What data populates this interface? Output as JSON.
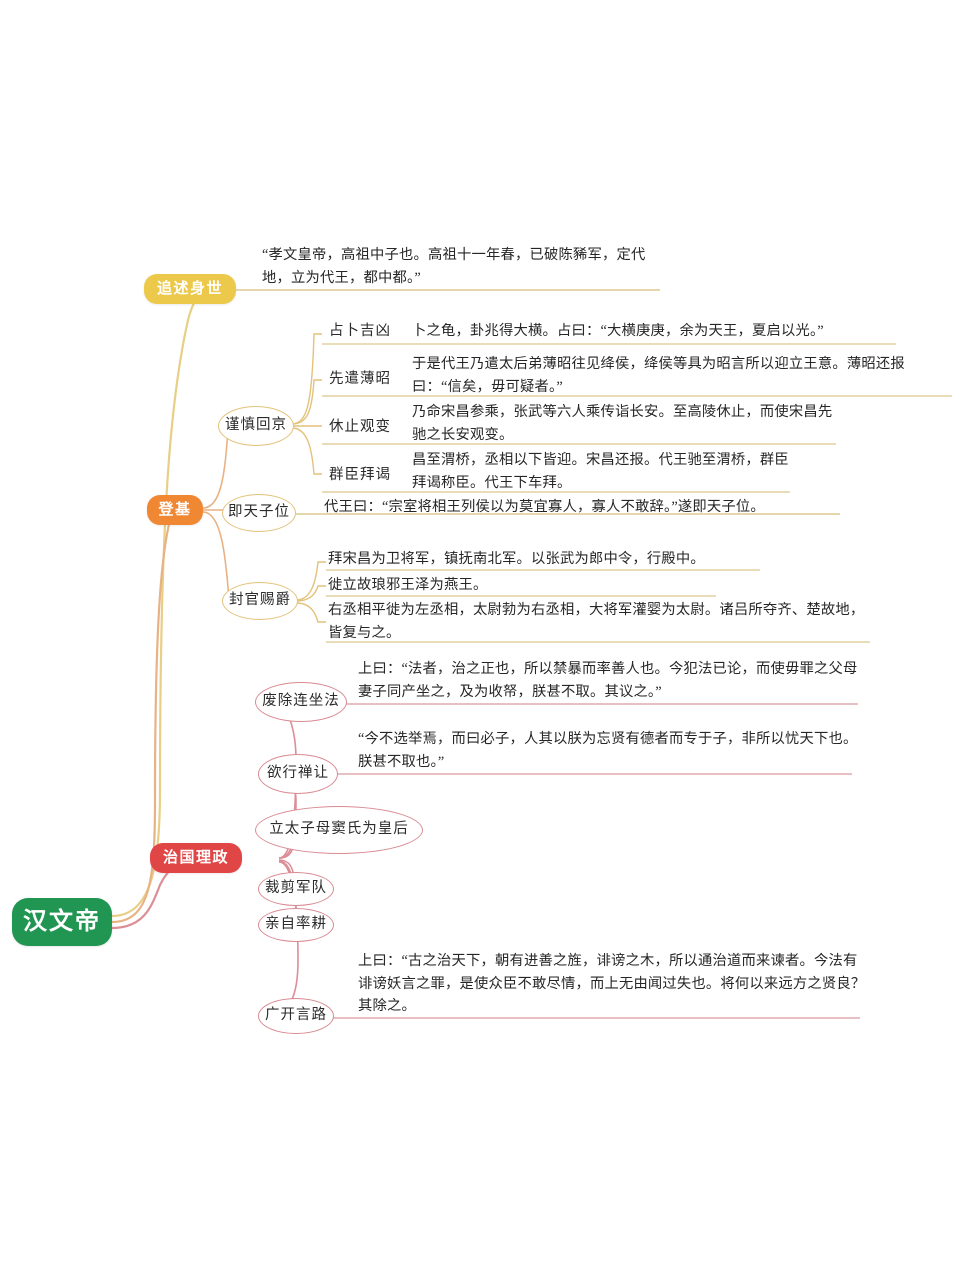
{
  "root": {
    "label": "汉文帝",
    "color": "#219653"
  },
  "branches": [
    {
      "id": "zhuishu",
      "label": "追述身世",
      "color": "#edc94b",
      "items": [
        {
          "title": "",
          "text": "“孝文皇帝，高祖中子也。高祖十一年春，已破陈豨军，定代地，立为代王，都中都。”"
        }
      ]
    },
    {
      "id": "dengji",
      "label": "登基",
      "color": "#ef8733",
      "groups": [
        {
          "label": "谨慎回京",
          "items": [
            {
              "title": "占卜吉凶",
              "text": "卜之龟，卦兆得大横。占曰：“大横庚庚，余为天王，夏启以光。”"
            },
            {
              "title": "先遣薄昭",
              "text": "于是代王乃遣太后弟薄昭往见绛侯，绛侯等具为昭言所以迎立王意。薄昭还报曰：“信矣，毋可疑者。”"
            },
            {
              "title": "休止观变",
              "text": "乃命宋昌参乘，张武等六人乘传诣长安。至高陵休止，而使宋昌先驰之长安观变。"
            },
            {
              "title": "群臣拜谒",
              "text": "昌至渭桥，丞相以下皆迎。宋昌还报。代王驰至渭桥，群臣拜谒称臣。代王下车拜。"
            }
          ]
        },
        {
          "label": "即天子位",
          "items": [
            {
              "title": "",
              "text": "代王曰：“宗室将相王列侯以为莫宜寡人，寡人不敢辞。”遂即天子位。"
            }
          ]
        },
        {
          "label": "封官赐爵",
          "items": [
            {
              "title": "",
              "text": "拜宋昌为卫将军，镇抚南北军。以张武为郎中令，行殿中。"
            },
            {
              "title": "",
              "text": "徙立故琅邪王泽为燕王。"
            },
            {
              "title": "",
              "text": "右丞相平徙为左丞相，太尉勃为右丞相，大将军灌婴为太尉。诸吕所夺齐、楚故地，皆复与之。"
            }
          ]
        }
      ]
    },
    {
      "id": "zhiguo",
      "label": "治国理政",
      "color": "#e04646",
      "groups": [
        {
          "label": "废除连坐法",
          "items": [
            {
              "title": "",
              "text": "上曰：“法者，治之正也，所以禁暴而率善人也。今犯法已论，而使毋罪之父母妻子同产坐之，及为收帑，朕甚不取。其议之。”"
            }
          ]
        },
        {
          "label": "欲行禅让",
          "items": [
            {
              "title": "",
              "text": "“今不选举焉，而曰必子，人其以朕为忘贤有德者而专于子，非所以忧天下也。朕甚不取也。”"
            }
          ]
        },
        {
          "label": "立太子母窦氏为皇后",
          "items": []
        },
        {
          "label": "裁剪军队",
          "items": []
        },
        {
          "label": "亲自率耕",
          "items": []
        },
        {
          "label": "广开言路",
          "items": [
            {
              "title": "",
              "text": "上曰：“古之治天下，朝有进善之旌，诽谤之木，所以通治道而来谏者。今法有诽谤妖言之罪，是使众臣不敢尽情，而上无由闻过失也。将何以来远方之贤良？其除之。"
            }
          ]
        }
      ]
    }
  ],
  "palette": {
    "yellow_line": "#e8cf86",
    "orange_line": "#e8b285",
    "red_line": "#dc8d96",
    "underline_yellow": "#ddc88f",
    "underline_red": "#d99aa1"
  }
}
